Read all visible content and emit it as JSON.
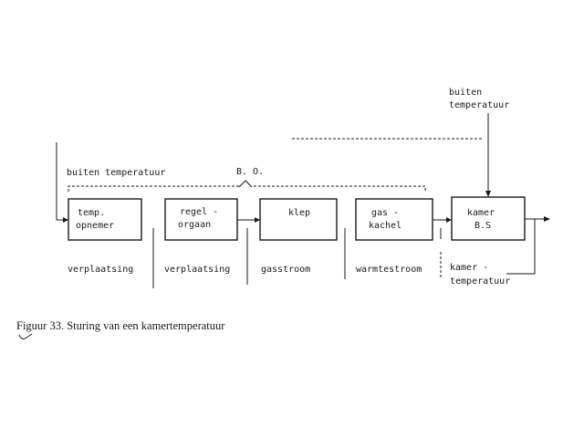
{
  "diagram": {
    "blocks": {
      "temp_line1": "temp.",
      "temp_line2": "opnemer",
      "regel_line1": "regel -",
      "regel_line2": "orgaan",
      "klep": "klep",
      "kachel_line1": "gas -",
      "kachel_line2": "kachel",
      "kamer_line1": "kamer",
      "kamer_line2": "B.S"
    },
    "labels": {
      "buiten_top_line1": "buiten",
      "buiten_top_line2": "temperatuur",
      "buiten_left": "buiten  temperatuur",
      "bo": "B. O.",
      "verplaatsing1": "verplaatsing",
      "verplaatsing2": "verplaatsing",
      "gasstroom": "gasstroom",
      "warmtestroom": "warmtestroom",
      "kamer_temp_line1": "kamer -",
      "kamer_temp_line2": "temperatuur"
    }
  },
  "caption": "Figuur 33. Sturing van een kamertemperatuur"
}
